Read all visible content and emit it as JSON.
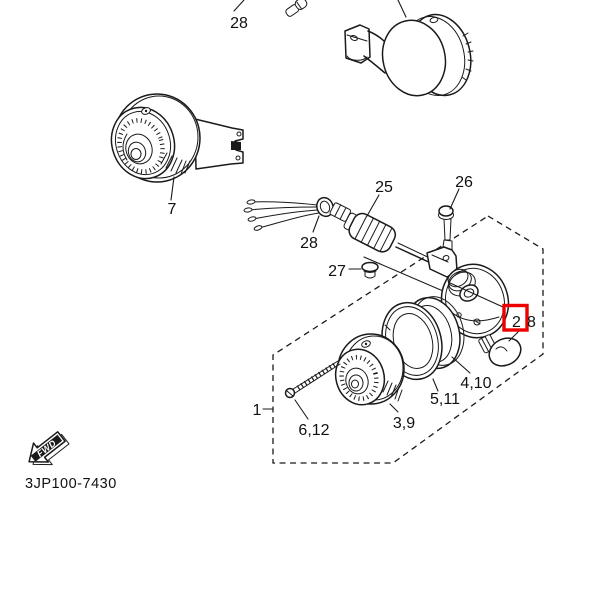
{
  "diagram": {
    "part_code": "3JP100-7430",
    "fwd_arrow_label": "FWD",
    "selected_callout": "2",
    "colors": {
      "line": "#1a1a1a",
      "highlight_box": "#ee0000",
      "background": "#ffffff"
    },
    "callouts": {
      "c28_top": "28",
      "c7": "7",
      "c25": "25",
      "c28_mid": "28",
      "c26": "26",
      "c27": "27",
      "c2": "2",
      "c8": "8",
      "c4_10": "4,10",
      "c5_11": "5,11",
      "c3_9": "3,9",
      "c6_12": "6,12",
      "c1": "1"
    }
  }
}
